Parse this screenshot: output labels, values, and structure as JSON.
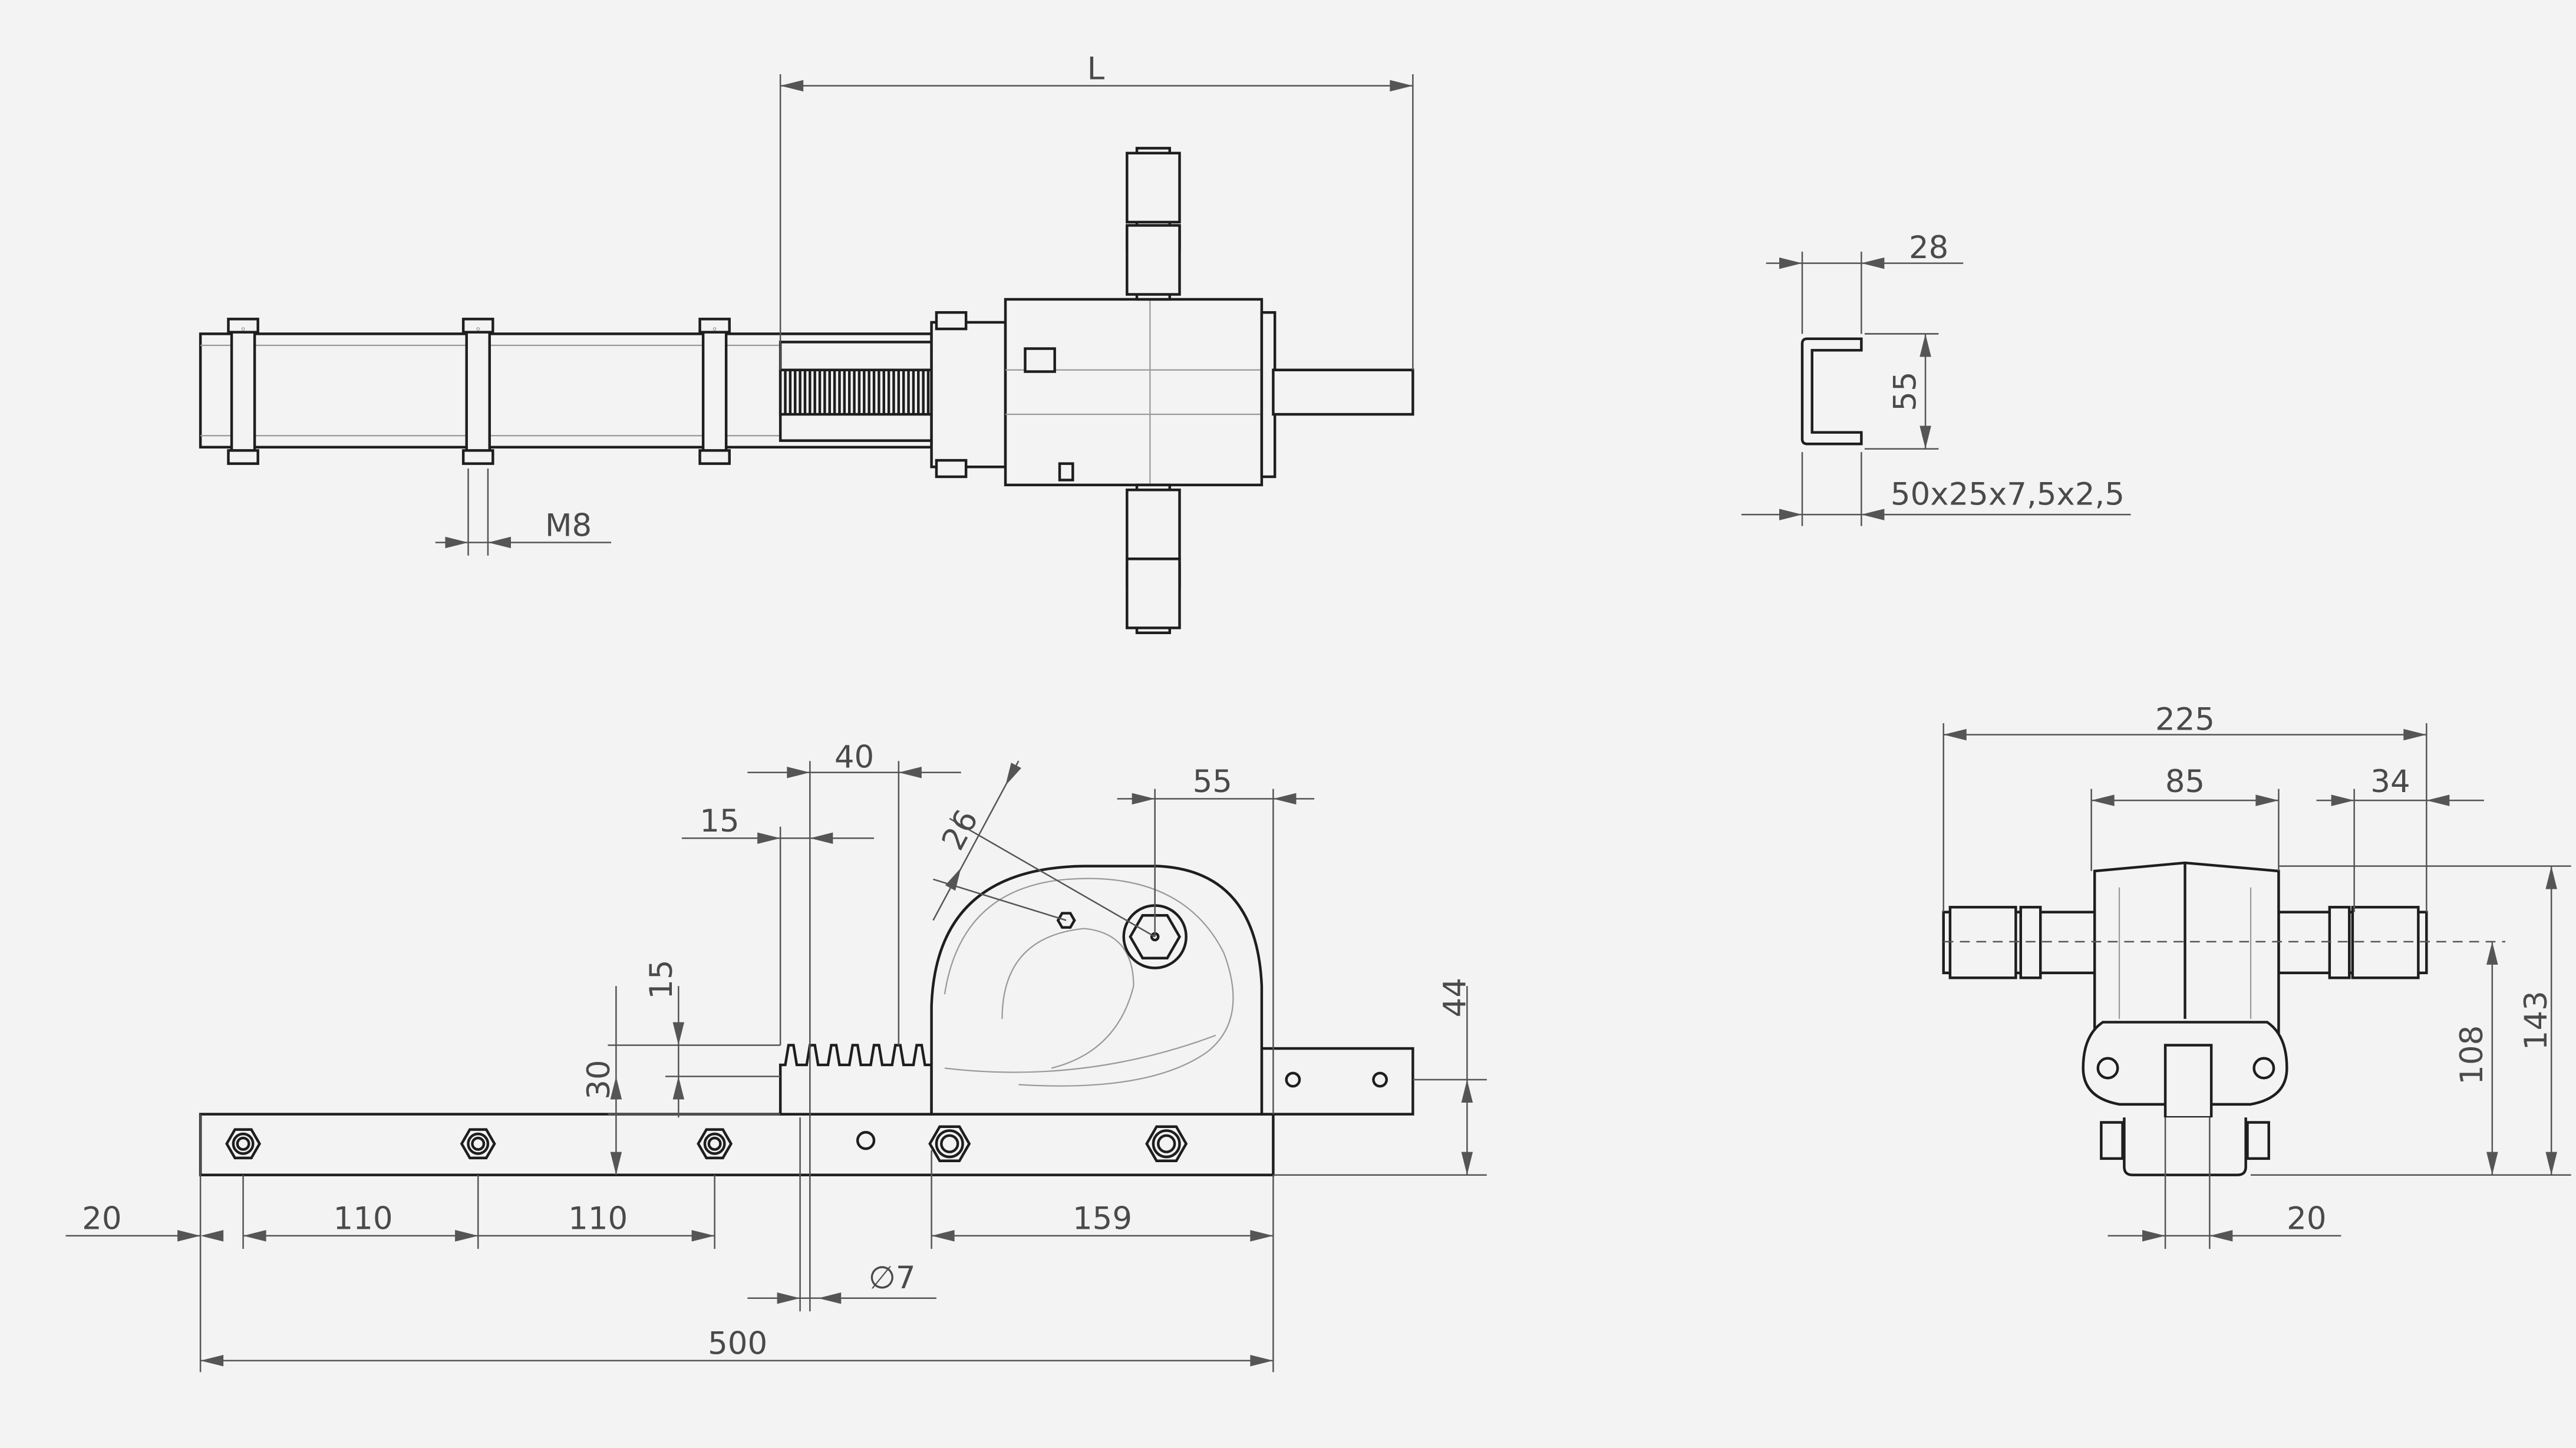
{
  "top_view": {
    "length_label": "L",
    "thread_label": "M8"
  },
  "profile": {
    "width": "28",
    "height": "55",
    "spec": "50x25x7,5x2,5"
  },
  "side_view": {
    "rack_width": "40",
    "rack_offset": "15",
    "angle_dim": "26",
    "shaft_offset": "55",
    "tooth_height": "15",
    "rack_height": "30",
    "shaft_height": "44",
    "end_offset": "20",
    "spacing_1": "110",
    "spacing_2": "110",
    "gearbox_length": "159",
    "hole_diameter": "∅7",
    "total_length": "500"
  },
  "front_view": {
    "total_width": "225",
    "body_width": "85",
    "handle_length": "34",
    "total_height": "143",
    "axis_height": "108",
    "bracket_width": "20"
  },
  "colors": {
    "background": "#f3f3f3",
    "line": "#1e1e1e",
    "dimension": "#555555"
  }
}
